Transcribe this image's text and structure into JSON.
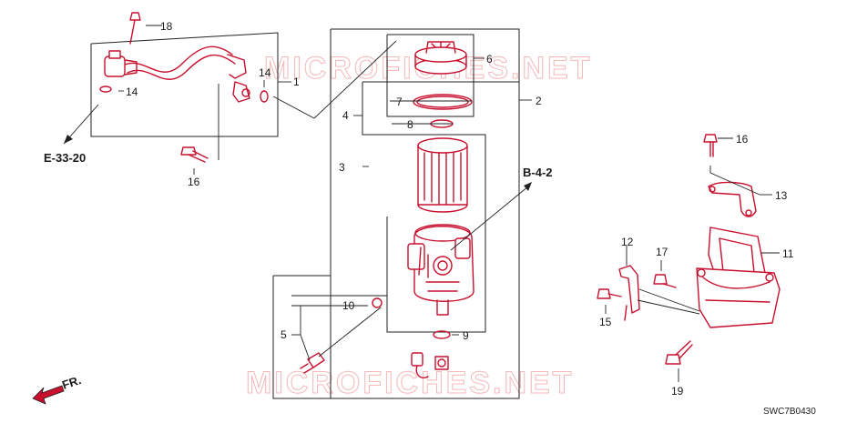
{
  "diagram_code": "SWC7B0430",
  "watermark": "MICROFICHES.NET",
  "direction_label": "FR.",
  "references": {
    "ref_e": "E-33-20",
    "ref_b": "B-4-2"
  },
  "callouts": {
    "c1": "1",
    "c2": "2",
    "c3": "3",
    "c4": "4",
    "c5": "5",
    "c6": "6",
    "c7": "7",
    "c8": "8",
    "c9": "9",
    "c10": "10",
    "c11": "11",
    "c12": "12",
    "c13": "13",
    "c14a": "14",
    "c14b": "14",
    "c15": "15",
    "c16a": "16",
    "c16b": "16",
    "c17": "17",
    "c18": "18",
    "c19": "19"
  },
  "colors": {
    "part_line": "#c8102e",
    "leader_line": "#222222",
    "watermark": "#f4b8b8"
  }
}
